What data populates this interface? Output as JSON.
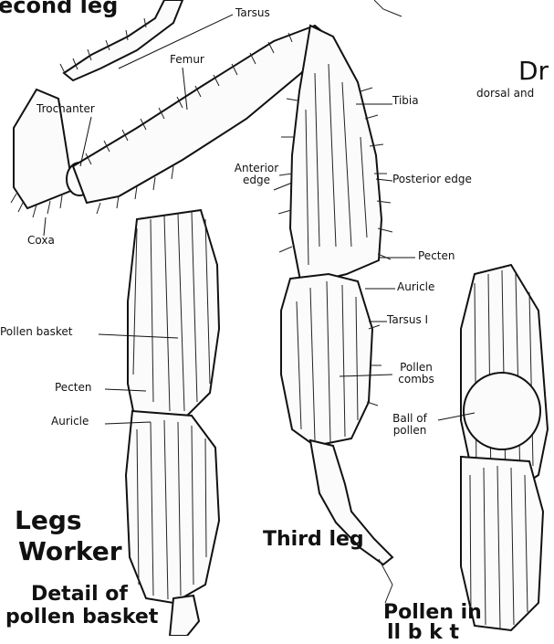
{
  "labels": {
    "second_leg": "econd leg",
    "tarsus": "Tarsus",
    "femur": "Femur",
    "trochanter": "Trochanter",
    "coxa": "Coxa",
    "tibia": "Tibia",
    "posterior_edge": "Posterior edge",
    "anterior_edge_1": "Anterior",
    "anterior_edge_2": "edge",
    "pecten_right": "Pecten",
    "auricle_right": "Auricle",
    "tarsus_i": "Tarsus I",
    "pollen_combs_1": "Pollen",
    "pollen_combs_2": "combs",
    "pollen_basket": "Pollen basket",
    "pecten_left": "Pecten",
    "auricle_left": "Auricle",
    "ball_of_pollen_1": "Ball of",
    "ball_of_pollen_2": "pollen",
    "third_leg": "Third leg",
    "legs_title_1": "Legs",
    "legs_title_2": "Worker",
    "detail_1": "Detail of",
    "detail_2": "pollen basket",
    "pollen_in_1": "Pollen in",
    "pollen_in_2": "ll   b   k t",
    "dr_heading": "Dr",
    "dorsal_text": "dorsal and"
  }
}
